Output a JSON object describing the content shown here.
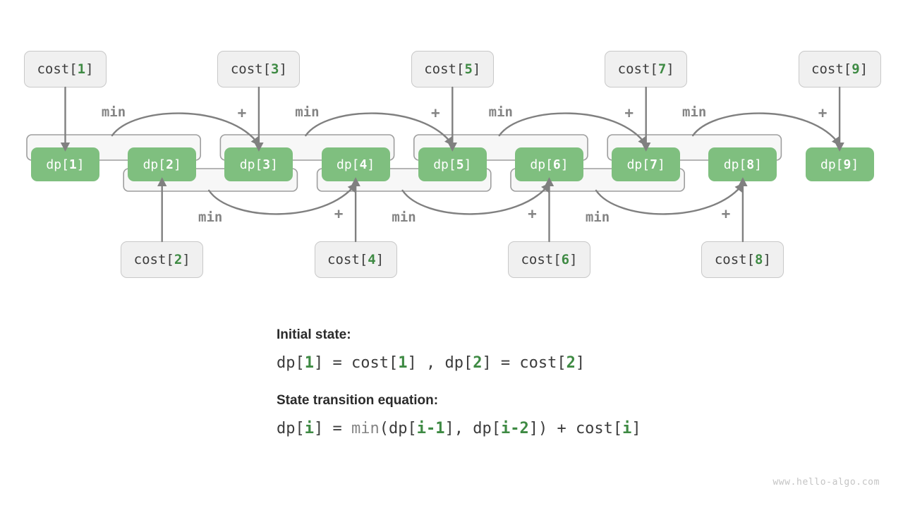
{
  "diagram": {
    "dp_nodes": [
      {
        "name": "dp[1]",
        "prefix": "dp[",
        "index": "1",
        "suffix": "]"
      },
      {
        "name": "dp[2]",
        "prefix": "dp[",
        "index": "2",
        "suffix": "]"
      },
      {
        "name": "dp[3]",
        "prefix": "dp[",
        "index": "3",
        "suffix": "]"
      },
      {
        "name": "dp[4]",
        "prefix": "dp[",
        "index": "4",
        "suffix": "]"
      },
      {
        "name": "dp[5]",
        "prefix": "dp[",
        "index": "5",
        "suffix": "]"
      },
      {
        "name": "dp[6]",
        "prefix": "dp[",
        "index": "6",
        "suffix": "]"
      },
      {
        "name": "dp[7]",
        "prefix": "dp[",
        "index": "7",
        "suffix": "]"
      },
      {
        "name": "dp[8]",
        "prefix": "dp[",
        "index": "8",
        "suffix": "]"
      },
      {
        "name": "dp[9]",
        "prefix": "dp[",
        "index": "9",
        "suffix": "]"
      }
    ],
    "cost_nodes_top": [
      {
        "name": "cost[1]",
        "prefix": "cost[",
        "index": "1",
        "suffix": "]"
      },
      {
        "name": "cost[3]",
        "prefix": "cost[",
        "index": "3",
        "suffix": "]"
      },
      {
        "name": "cost[5]",
        "prefix": "cost[",
        "index": "5",
        "suffix": "]"
      },
      {
        "name": "cost[7]",
        "prefix": "cost[",
        "index": "7",
        "suffix": "]"
      },
      {
        "name": "cost[9]",
        "prefix": "cost[",
        "index": "9",
        "suffix": "]"
      }
    ],
    "cost_nodes_bottom": [
      {
        "name": "cost[2]",
        "prefix": "cost[",
        "index": "2",
        "suffix": "]"
      },
      {
        "name": "cost[4]",
        "prefix": "cost[",
        "index": "4",
        "suffix": "]"
      },
      {
        "name": "cost[6]",
        "prefix": "cost[",
        "index": "6",
        "suffix": "]"
      },
      {
        "name": "cost[8]",
        "prefix": "cost[",
        "index": "8",
        "suffix": "]"
      }
    ],
    "labels_top": [
      "min",
      "+",
      "min",
      "+",
      "min",
      "+",
      "min",
      "+"
    ],
    "labels_bottom": [
      "min",
      "+",
      "min",
      "+",
      "min",
      "+"
    ],
    "min_label": "min",
    "plus_label": "+"
  },
  "explanation": {
    "initial_state_heading": "Initial state:",
    "initial_state_equation": {
      "p1": "dp[",
      "i1": "1",
      "p2": "] = cost[",
      "i2": "1",
      "p3": "] , dp[",
      "i3": "2",
      "p4": "] = cost[",
      "i4": "2",
      "p5": "]"
    },
    "transition_heading": "State transition equation:",
    "transition_equation": {
      "p1": "dp[",
      "i1": "i",
      "p2": "] = ",
      "fn": "min",
      "p3": "(dp[",
      "i2": "i-1",
      "p4": "], dp[",
      "i3": "i-2",
      "p5": "])",
      "p6": " + cost[",
      "i4": "i",
      "p7": "]"
    }
  },
  "watermark": "www.hello-algo.com",
  "colors": {
    "dp_fill": "#7fbf7f",
    "cost_fill": "#f0f0f0",
    "cost_border": "#c8c8c8",
    "bracket_fill": "#f7f7f7",
    "bracket_border": "#9e9e9e",
    "arrow": "#808080",
    "index_green": "#3e8a43",
    "text_dark": "#2b2b2b",
    "watermark_gray": "#c4c4c4"
  }
}
